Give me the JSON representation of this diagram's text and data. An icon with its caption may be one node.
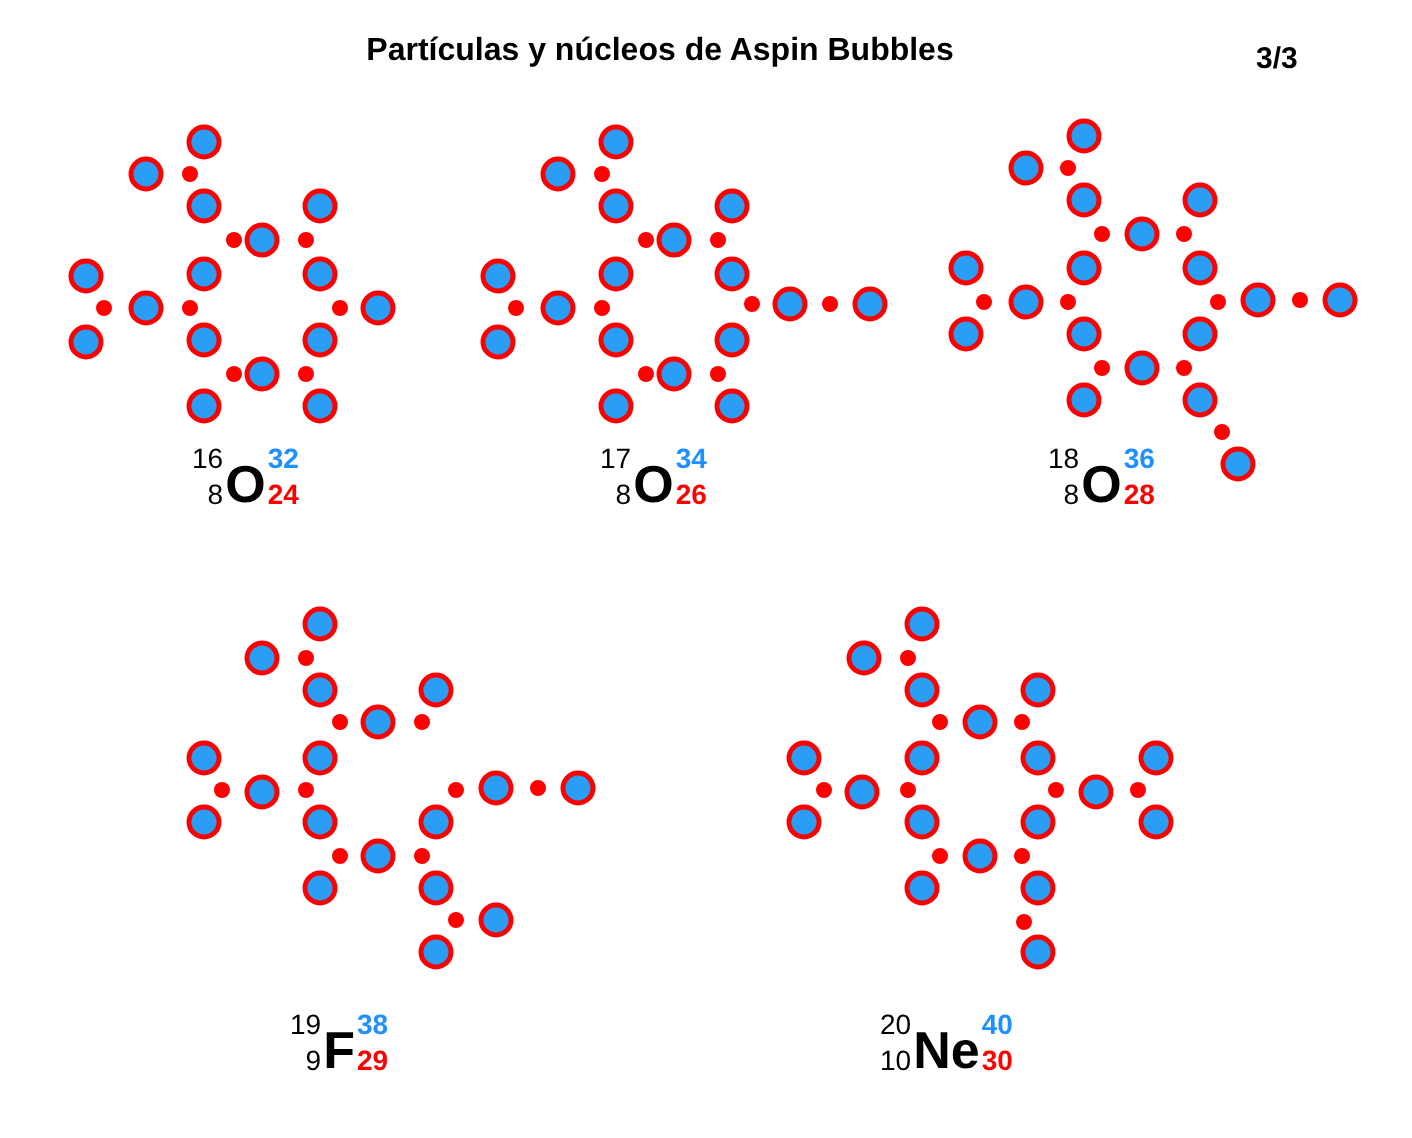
{
  "diagram": {
    "title": "Partículas y núcleos de Aspin Bubbles",
    "labels": [
      "3/3",
      "16",
      "8",
      "O",
      "32",
      "24",
      "17",
      "8",
      "O",
      "34",
      "26",
      "18",
      "8",
      "O",
      "36",
      "28",
      "19",
      "9",
      "F",
      "38",
      "29",
      "20",
      "10",
      "Ne",
      "40",
      "30"
    ]
  }
}
